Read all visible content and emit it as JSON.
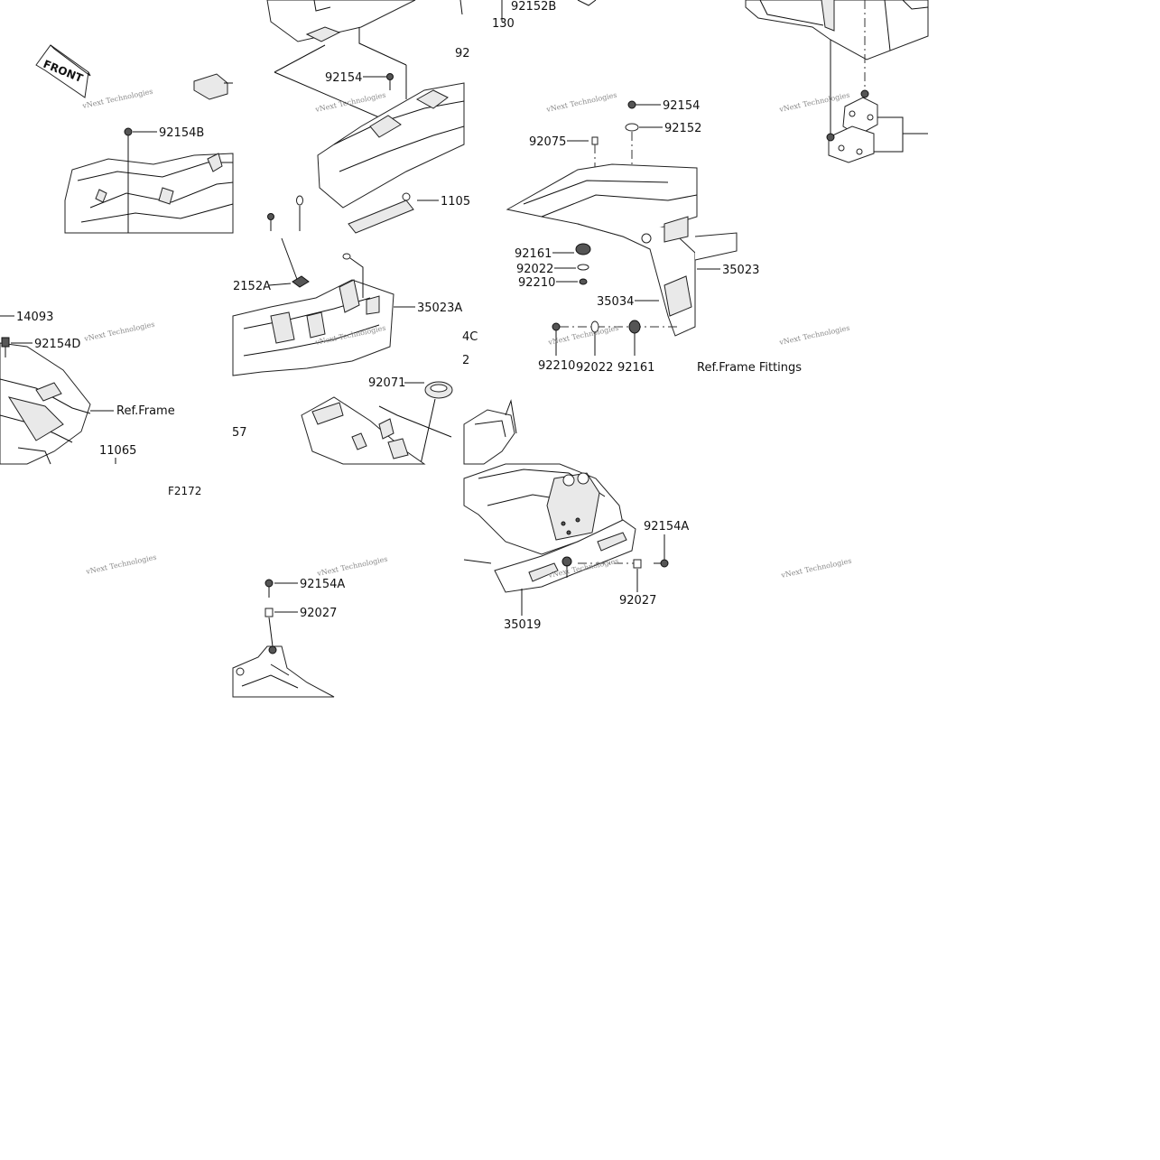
{
  "labels": {
    "front": "FRONT",
    "p92154B": "92154B",
    "p14093": "14093",
    "p92154D": "92154D",
    "ref_frame": "Ref.Frame",
    "p11065": "11065",
    "p57": "57",
    "f2172": "F2172",
    "p92154": "92154",
    "p110": "1105",
    "p2152A": "2152A",
    "p35023A": "35023A",
    "p92071": "92071",
    "p92152B": "92152B",
    "p130": "130",
    "p92_cut": "92",
    "p4C": "4C",
    "p2_cut": "2",
    "p92154_r": "92154",
    "p92152_r": "92152",
    "p92075": "92075",
    "p92161": "92161",
    "p92022": "92022",
    "p92210": "92210",
    "p35034": "35034",
    "p35023": "35023",
    "p92210_b": "92210",
    "p92022_b": "92022",
    "p92161_b": "92161",
    "ref_frame_fittings": "Ref.Frame Fittings",
    "p92154A": "92154A",
    "p92027": "92027",
    "p35019": "35019",
    "p92154A_b": "92154A",
    "p92027_b": "92027"
  },
  "watermark": "vNext Technologies"
}
